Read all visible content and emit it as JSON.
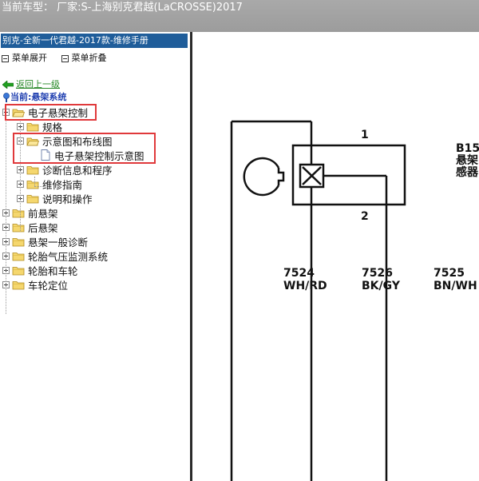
{
  "window": {
    "title": "当前车型： 厂家:S-上海别克君越(LaCROSSE)2017"
  },
  "sidebar": {
    "manual_title": "别克-全新一代君越-2017款-维修手册",
    "expand_label": "菜单展开",
    "collapse_label": "菜单折叠",
    "back_label": "返回上一级",
    "current_label": "当前:悬架系统",
    "tree": [
      {
        "label": "电子悬架控制",
        "level": 0,
        "state": "expanded",
        "type": "folder-open"
      },
      {
        "label": "规格",
        "level": 1,
        "state": "collapsed",
        "type": "folder"
      },
      {
        "label": "示意图和布线图",
        "level": 1,
        "state": "expanded",
        "type": "folder-open"
      },
      {
        "label": "电子悬架控制示意图",
        "level": 2,
        "state": "leaf",
        "type": "document"
      },
      {
        "label": "诊断信息和程序",
        "level": 1,
        "state": "collapsed",
        "type": "folder"
      },
      {
        "label": "维修指南",
        "level": 1,
        "state": "collapsed",
        "type": "folder"
      },
      {
        "label": "说明和操作",
        "level": 1,
        "state": "collapsed",
        "type": "folder"
      },
      {
        "label": "前悬架",
        "level": 0,
        "state": "collapsed",
        "type": "folder"
      },
      {
        "label": "后悬架",
        "level": 0,
        "state": "collapsed",
        "type": "folder"
      },
      {
        "label": "悬架一般诊断",
        "level": 0,
        "state": "collapsed",
        "type": "folder"
      },
      {
        "label": "轮胎气压监测系统",
        "level": 0,
        "state": "collapsed",
        "type": "folder"
      },
      {
        "label": "轮胎和车轮",
        "level": 0,
        "state": "collapsed",
        "type": "folder"
      },
      {
        "label": "车轮定位",
        "level": 0,
        "state": "collapsed",
        "type": "folder"
      }
    ]
  },
  "diagram": {
    "component_ref": "B15",
    "component_name_line1": "悬架",
    "component_name_line2": "感器",
    "pin1": "1",
    "pin2": "2",
    "wires": [
      {
        "circuit": "7524",
        "color": "WH/RD"
      },
      {
        "circuit": "7526",
        "color": "BK/GY"
      },
      {
        "circuit": "7525",
        "color": "BN/WH"
      }
    ]
  },
  "colors": {
    "titlebar": "#a0a0a0",
    "header_bg": "#1f5d9a",
    "highlight_border": "#e0393b",
    "back_link": "#2a8a2a",
    "current_text": "#1f3fb0"
  }
}
